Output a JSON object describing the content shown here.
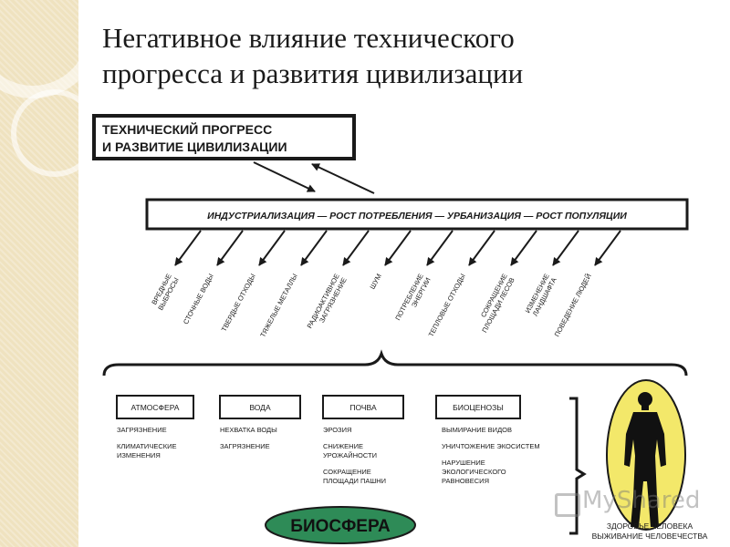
{
  "slide": {
    "title_line1": "Негативное влияние технического",
    "title_line2": "прогресса и развития цивилизации"
  },
  "diagram": {
    "top_box_line1": "ТЕХНИЧЕСКИЙ ПРОГРЕСС",
    "top_box_line2": "И РАЗВИТИЕ ЦИВИЛИЗАЦИИ",
    "bar_text": "ИНДУСТРИАЛИЗАЦИЯ — РОСТ ПОТРЕБЛЕНИЯ — УРБАНИЗАЦИЯ — РОСТ ПОПУЛЯЦИИ",
    "impacts": [
      [
        "ВРЕДНЫЕ",
        "ВЫБРОСЫ"
      ],
      [
        "СТОЧНЫЕ ВОДЫ"
      ],
      [
        "ТВЕРДЫЕ ОТХОДЫ"
      ],
      [
        "ТЯЖЕЛЫЕ МЕТАЛЛЫ"
      ],
      [
        "РАДИОАКТИВНОЕ",
        "ЗАГРЯЗНЕНИЕ"
      ],
      [
        "ШУМ"
      ],
      [
        "ПОТРЕБЛЕНИЕ",
        "ЭНЕРГИИ"
      ],
      [
        "ТЕПЛОВЫЕ ОТХОДЫ"
      ],
      [
        "СОКРАЩЕНИЕ",
        "ПЛОЩАДИ ЛЕСОВ"
      ],
      [
        "ИЗМЕНЕНИЕ",
        "ЛАНДШАФТА"
      ],
      [
        "ПОВЕДЕНИЕ ЛЮДЕЙ"
      ]
    ],
    "spheres": [
      {
        "name": "АТМОСФЕРА",
        "effects": [
          [
            "ЗАГРЯЗНЕНИЕ"
          ],
          [
            "КЛИМАТИЧЕСКИЕ",
            "ИЗМЕНЕНИЯ"
          ]
        ]
      },
      {
        "name": "ВОДА",
        "effects": [
          [
            "НЕХВАТКА ВОДЫ"
          ],
          [
            "ЗАГРЯЗНЕНИЕ"
          ]
        ]
      },
      {
        "name": "ПОЧВА",
        "effects": [
          [
            "ЭРОЗИЯ"
          ],
          [
            "СНИЖЕНИЕ",
            "УРОЖАЙНОСТИ"
          ],
          [
            "СОКРАЩЕНИЕ",
            "ПЛОЩАДИ ПАШНИ"
          ]
        ]
      },
      {
        "name": "БИОЦЕНОЗЫ",
        "effects": [
          [
            "ВЫМИРАНИЕ ВИДОВ"
          ],
          [
            "УНИЧТОЖЕНИЕ ЭКОСИСТЕМ"
          ],
          [
            "НАРУШЕНИЕ",
            "ЭКОЛОГИЧЕСКОГО",
            "РАВНОВЕСИЯ"
          ]
        ]
      }
    ],
    "biosphere": "БИОСФЕРА",
    "human_line1": "ЗДОРОВЬЕ ЧЕЛОВЕКА",
    "human_line2": "ВЫЖИВАНИЕ ЧЕЛОВЕЧЕСТВА",
    "colors": {
      "ink": "#1a1a1a",
      "biosphere_fill": "#2e8b57",
      "oval_fill": "#f3e86a"
    }
  },
  "watermark": "MyShared"
}
